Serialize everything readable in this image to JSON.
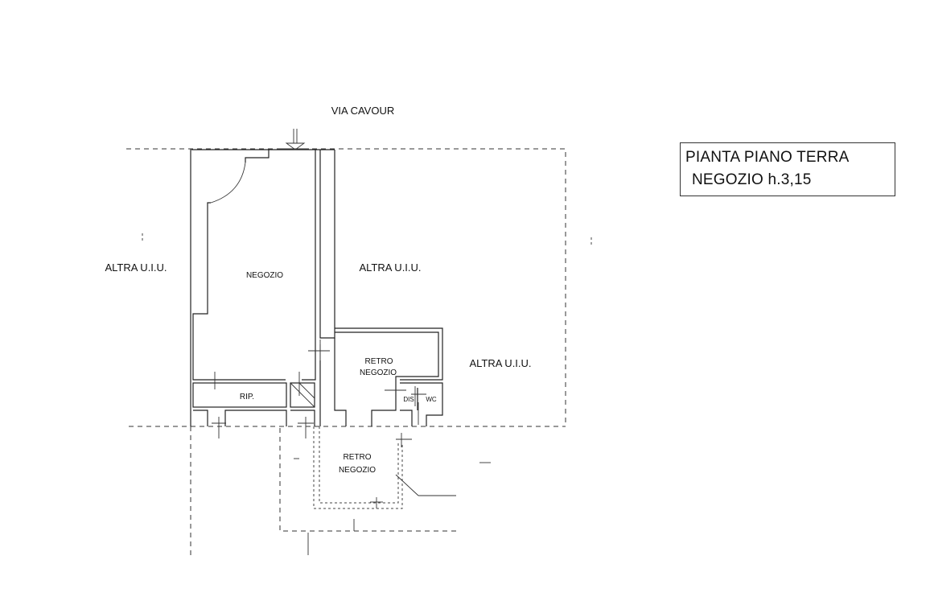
{
  "street": "VIA CAVOUR",
  "title": {
    "line1": "PIANTA PIANO TERRA",
    "line2": "NEGOZIO h.3,15"
  },
  "rooms": {
    "altra_left": "ALTRA U.I.U.",
    "altra_center": "ALTRA U.I.U.",
    "altra_right": "ALTRA U.I.U.",
    "negozio": "NEGOZIO",
    "retro1_a": "RETRO",
    "retro1_b": "NEGOZIO",
    "rip": "RIP.",
    "dis": "DIS",
    "wc": "WC",
    "retro2_a": "RETRO",
    "retro2_b": "NEGOZIO"
  }
}
